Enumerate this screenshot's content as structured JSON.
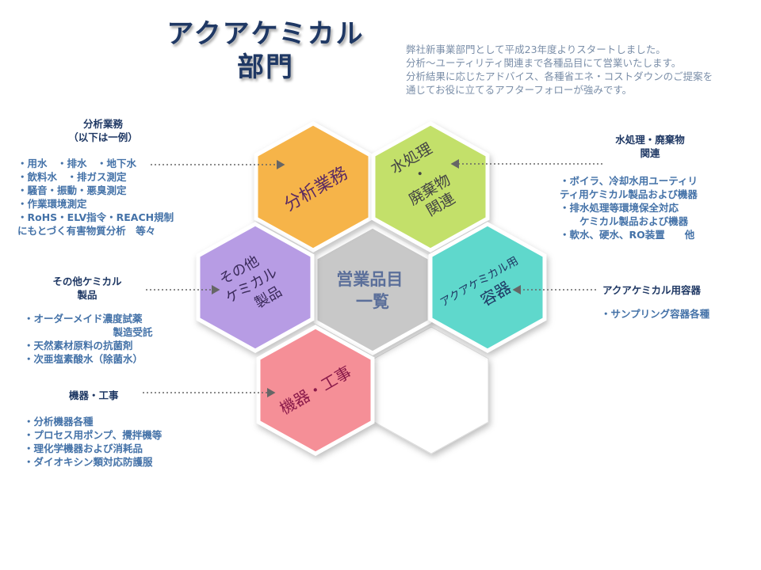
{
  "title": {
    "line1": "アクアケミカル",
    "line2": "部門"
  },
  "intro": [
    "弊社新事業部門として平成23年度よりスタートしました。",
    "分析～ユーティリティ関連まで各種品目にて営業いたします。",
    "分析結果に応じたアドバイス、各種省エネ・コストダウンのご提案を",
    "通じてお役に立てるアフターフォローが強みです。"
  ],
  "hexagons": {
    "analysis": {
      "lines": [
        "分析業務"
      ],
      "color": "#f6b44a"
    },
    "water": {
      "lines": [
        "水処理",
        "・",
        "廃棄物",
        "関連"
      ],
      "color": "#c3e06a"
    },
    "other": {
      "lines": [
        "その他",
        "ケミカル",
        "製品"
      ],
      "color": "#b79ce4"
    },
    "center": {
      "lines": [
        "営業品目",
        "一覧"
      ],
      "color": "#c8c8c8"
    },
    "container": {
      "lines": [
        "アクアケミカル用",
        "容器"
      ],
      "color": "#5fd8cc"
    },
    "equipment": {
      "lines": [
        "機器・工事"
      ],
      "color": "#f58f97"
    }
  },
  "left": {
    "analysis": {
      "heading": [
        "分析業務",
        "（以下は一例）"
      ],
      "items": [
        "・用水　・排水　・地下水",
        "・飲料水　・排ガス測定",
        "・騒音・振動・悪臭測定",
        "・作業環境測定",
        "・RoHS・ELV指令・REACH規制",
        "にもとづく有害物質分析　等々"
      ]
    },
    "other": {
      "heading": [
        "その他ケミカル",
        "製品"
      ],
      "items": [
        "・オーダーメイド濃度試薬",
        "　　　　　　　　　製造受託",
        "・天然素材原料の抗菌剤",
        "・次亜塩素酸水（除菌水）"
      ]
    },
    "equipment": {
      "heading": [
        "機器・工事"
      ],
      "items": [
        "・分析機器各種",
        "・プロセス用ポンプ、攪拌機等",
        "・理化学機器および消耗品",
        "・ダイオキシン類対応防護服"
      ]
    }
  },
  "right": {
    "water": {
      "heading": [
        "水処理・廃棄物",
        "関連"
      ],
      "items": [
        "・ボイラ、冷却水用ユーティリ",
        "ティ用ケミカル製品および機器",
        "・排水処理等環境保全対応",
        "　　ケミカル製品および機器",
        "・軟水、硬水、RO装置　　他"
      ]
    },
    "container": {
      "heading": [
        "アクアケミカル用容器"
      ],
      "items": [
        "・サンプリング容器各種"
      ]
    }
  }
}
